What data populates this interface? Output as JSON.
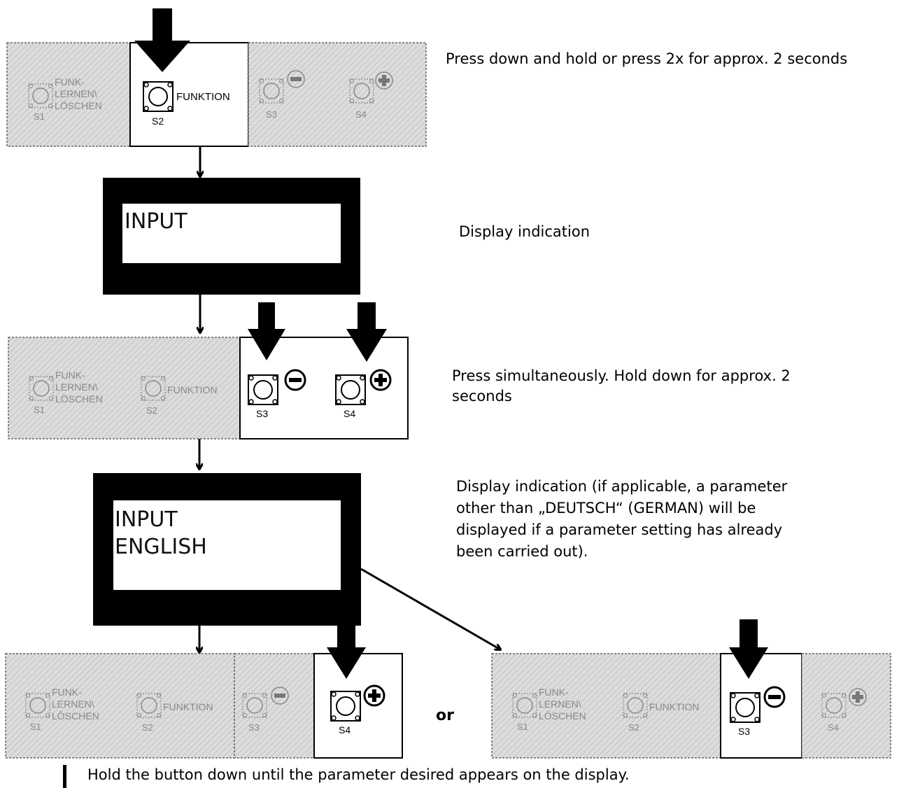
{
  "button_labels": {
    "funk_line1": "FUNK-",
    "funk_line2": "LERNEN\\",
    "funk_line3": "LÖSCHEN",
    "s1": "S1",
    "s2": "S2",
    "s3": "S3",
    "s4": "S4",
    "funktion": "FUNKTION"
  },
  "displays": {
    "first": {
      "line1": "INPUT"
    },
    "second": {
      "line1": "INPUT",
      "line2": "ENGLISH"
    }
  },
  "instructions": {
    "step1": "Press down and hold or press 2x for approx. 2 seconds",
    "step2": "Display indication",
    "step3_line1": "Press simultaneously. Hold down for approx. 2",
    "step3_line2": "seconds",
    "step4_line1": "Display indication (if applicable, a parameter",
    "step4_line2": "other than „DEUTSCH“ (GERMAN) will be",
    "step4_line3": "displayed if a parameter setting has already",
    "step4_line4": "been carried out).",
    "or": "or",
    "final": "Hold the button down until the parameter desired appears on the display."
  },
  "colors": {
    "inactive_fill": "#dcdcdc",
    "hatch": "#b5b5b5",
    "arrow": "#000000"
  }
}
